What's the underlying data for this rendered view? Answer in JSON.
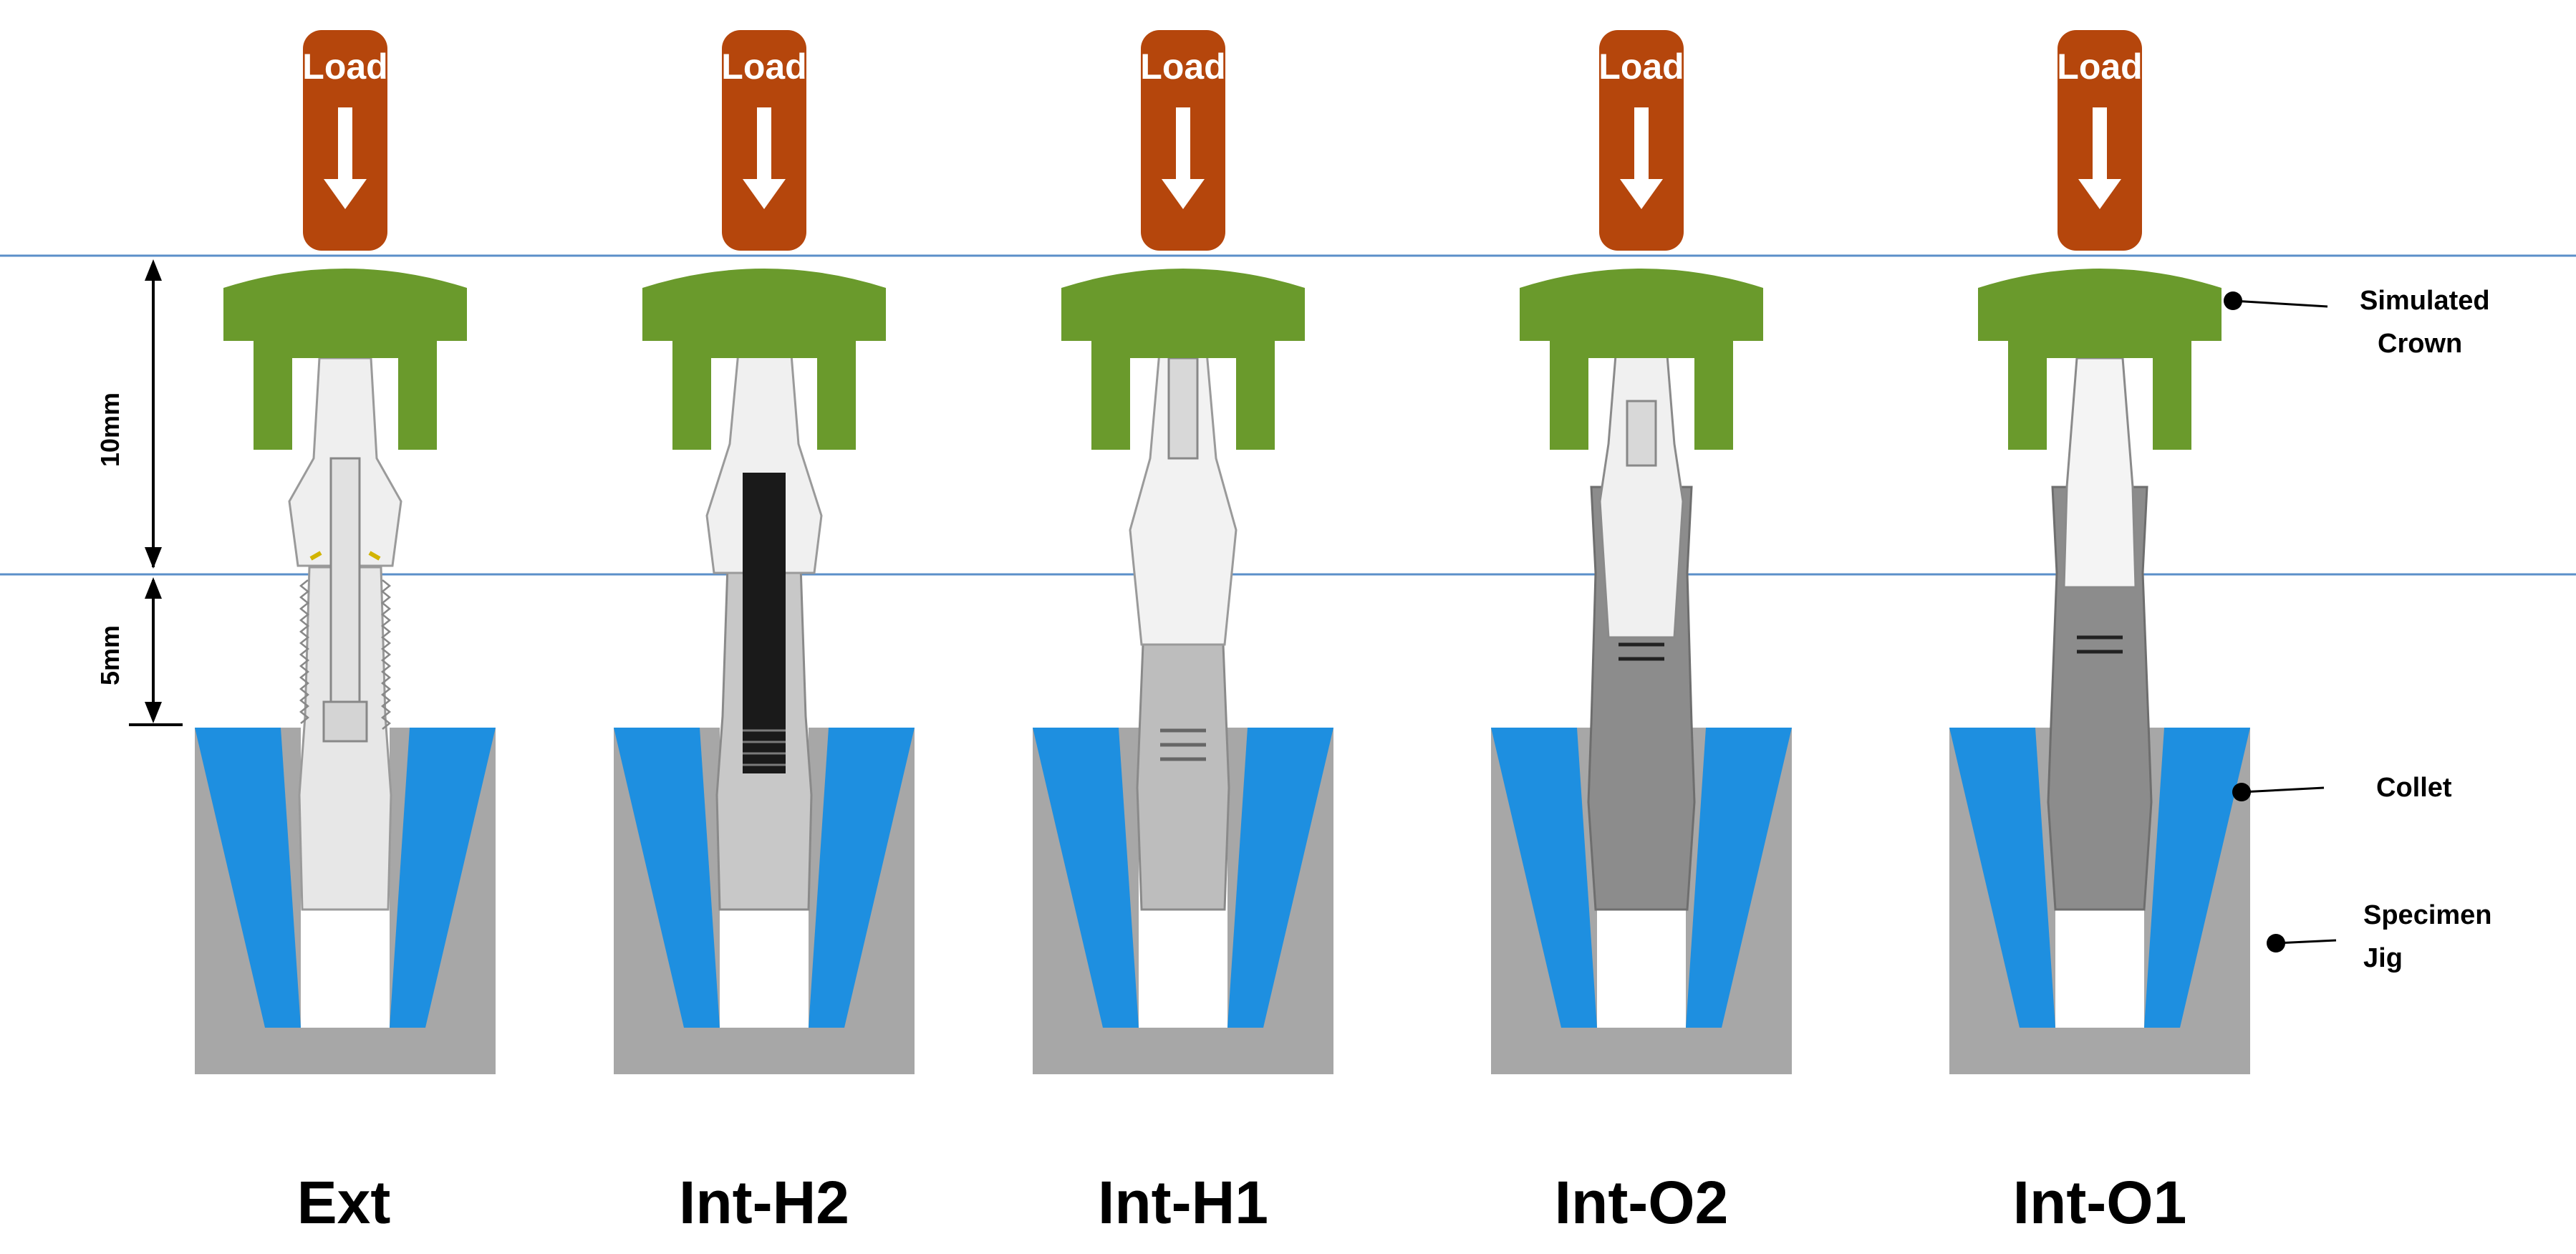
{
  "load_label": "Load",
  "dimensions": {
    "upper": "10mm",
    "lower": "5mm"
  },
  "part_labels": {
    "crown": [
      "Simulated",
      "Crown"
    ],
    "collet": "Collet",
    "jig": [
      "Specimen",
      "Jig"
    ]
  },
  "models": [
    "Ext",
    "Int-H2",
    "Int-H1",
    "Int-O2",
    "Int-O1"
  ],
  "colors": {
    "load": "#B5460C",
    "crown": "#6A9A2C",
    "collet": "#1E8FE0",
    "jig": "#A7A7A7",
    "reference_line": "#5B8FC9",
    "ext_fixture": "#E7E7E7",
    "int_h2_fixture": "#C8C8C8",
    "int_h1_fixture": "#BDBDBD",
    "int_o_fixture": "#8C8C8C",
    "screw_dark": "#1A1A1A"
  }
}
